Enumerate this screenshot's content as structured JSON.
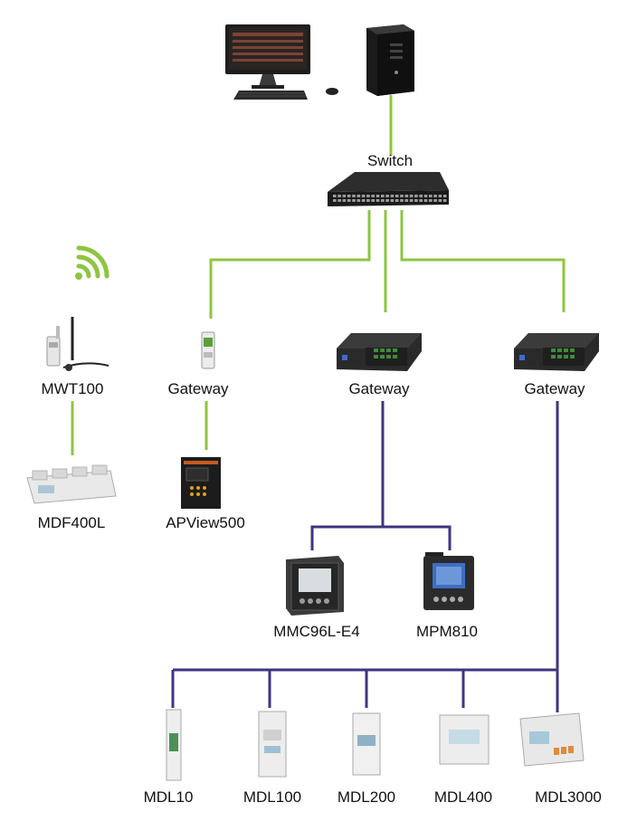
{
  "colors": {
    "ethernet": "#8dc63f",
    "rs485": "#3d3580",
    "wireless": "#8dc63f"
  },
  "labels": {
    "switch": "Switch",
    "mwt100": "MWT100",
    "gateway_1": "Gateway",
    "gateway_2": "Gateway",
    "gateway_3": "Gateway",
    "mdf400l": "MDF400L",
    "apview500": "APView500",
    "mmc96l": "MMC96L-E4",
    "mpm810": "MPM810",
    "mdl10": "MDL10",
    "mdl100": "MDL100",
    "mdl200": "MDL200",
    "mdl400": "MDL400",
    "mdl3000": "MDL3000"
  },
  "icons": {
    "pc": "desktop-computer-icon",
    "server": "tower-server-icon",
    "switch": "network-switch-icon",
    "wireless": "wifi-signal-icon",
    "mwt100": "wireless-transmitter-icon",
    "gateway_din": "din-rail-gateway-icon",
    "gateway_box": "box-gateway-icon",
    "mdf400l": "multi-circuit-meter-icon",
    "apview500": "power-quality-analyzer-icon",
    "mmc96l": "panel-meter-icon",
    "mpm810": "panel-meter-icon",
    "mdl10": "din-rail-meter-icon",
    "mdl100": "din-rail-meter-icon",
    "mdl200": "din-rail-meter-icon",
    "mdl400": "din-rail-meter-icon",
    "mdl3000": "din-rail-meter-icon"
  }
}
